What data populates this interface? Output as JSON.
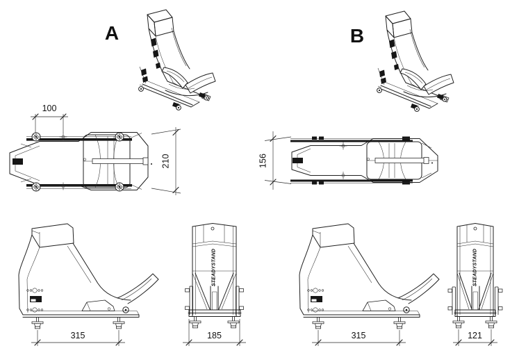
{
  "drawing": {
    "background": "#ffffff",
    "line_color": "#1f1f1f",
    "variant_a": {
      "label": "A",
      "brand": "STEADYSTAND",
      "dim_roller_spacing": "100",
      "dim_overall_width": "210",
      "dim_base_length": "315",
      "dim_track_width": "185"
    },
    "variant_b": {
      "label": "B",
      "brand": "STEADYSTAND",
      "dim_overall_width": "156",
      "dim_base_length": "315",
      "dim_track_width": "121"
    }
  }
}
